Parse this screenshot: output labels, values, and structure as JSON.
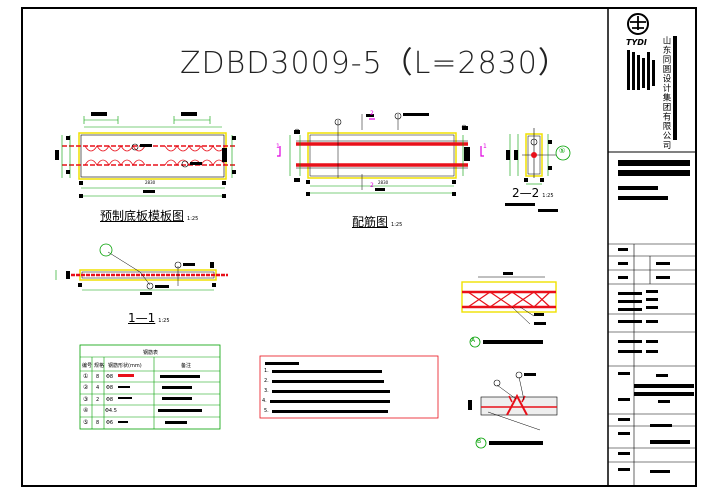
{
  "drawing": {
    "title": "ZDBD3009-5（L=2830）",
    "company": "山东同圆设计集团有限公司",
    "logo_text": "TYDI"
  },
  "views": {
    "formwork": {
      "title": "预制底板模板图",
      "scale": "1:25",
      "dim_total": "2830"
    },
    "rebar": {
      "title": "配筋图",
      "scale": "1:25",
      "dim_total": "2830",
      "cut_mark": "1",
      "section_mark": "2"
    },
    "section22": {
      "title": "2—2",
      "scale": "1:25",
      "bubble": "⑤"
    },
    "section11": {
      "title": "1—1",
      "scale": "1:25"
    },
    "detail_a": {
      "bubble": "A"
    },
    "detail_b": {
      "bubble": "B"
    }
  },
  "rebar_table": {
    "title": "钢筋表",
    "headers": [
      "编号",
      "规格",
      "钢筋形状(mm)",
      "备注"
    ],
    "rows": [
      {
        "no": "①",
        "spec": "8",
        "dia": "Φ8"
      },
      {
        "no": "②",
        "spec": "4",
        "dia": "Φ8"
      },
      {
        "no": "③",
        "spec": "2",
        "dia": "Φ8"
      },
      {
        "no": "④",
        "spec": "",
        "dia": "Φ4.5"
      },
      {
        "no": "⑤",
        "spec": "8",
        "dia": "Φ6"
      }
    ]
  },
  "notes": {
    "title": "说明",
    "items": [
      "1.",
      "2.",
      "3.",
      "4.",
      "5."
    ]
  },
  "colors": {
    "rebar_red": "#e8101a",
    "outline_yellow": "#f0e000",
    "dim_green": "#00a000",
    "marker_magenta": "#e000e0",
    "frame": "#000000"
  }
}
